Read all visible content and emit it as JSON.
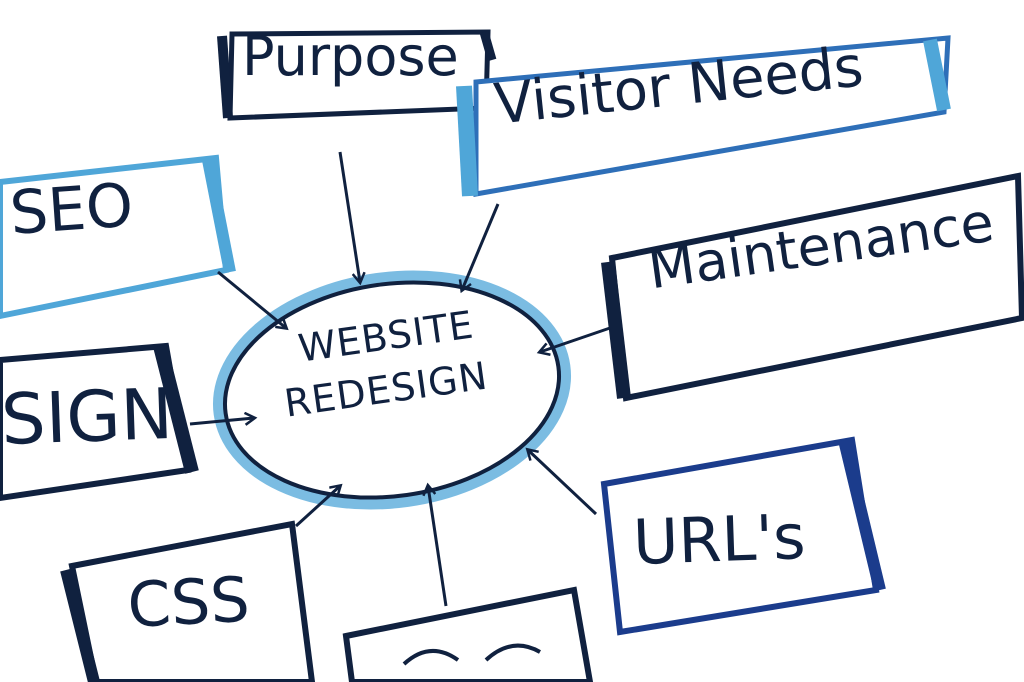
{
  "diagram": {
    "center": {
      "line1": "WEBSITE",
      "line2": "REDESIGN"
    },
    "nodes": {
      "purpose": "Purpose",
      "visitor_needs": "Visitor Needs",
      "seo": "SEO",
      "maintenance": "Maintenance",
      "design": "SIGN",
      "urls": "URL's",
      "css": "CSS"
    },
    "colors": {
      "ink": "#10213f",
      "blue_accent": "#4fa6d8",
      "mid_blue": "#2e6fb8",
      "dark_blue": "#1b3c8c"
    }
  }
}
